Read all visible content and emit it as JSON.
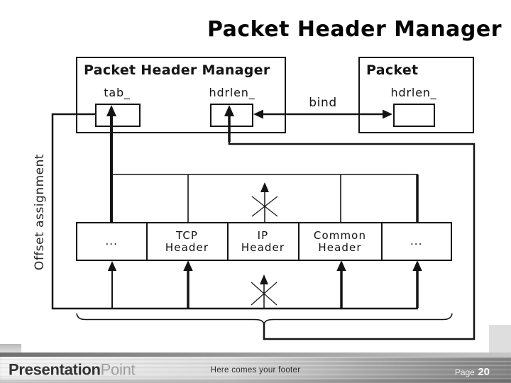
{
  "title": "Packet Header Manager",
  "colors": {
    "diagram_line": "#141414",
    "footer_gradient_start": "#f3f3f3",
    "footer_gradient_end": "#838383",
    "page_text": "#ffffff"
  },
  "diagram": {
    "offset_label": "Offset assignment",
    "manager": {
      "title": "Packet Header Manager",
      "tab_field_label": "tab_",
      "hdrlen_field_label": "hdrlen_"
    },
    "packet": {
      "title": "Packet",
      "hdrlen_field_label": "hdrlen_"
    },
    "bind_label": "bind",
    "cells": [
      {
        "line1": "...",
        "line2": ""
      },
      {
        "line1": "TCP",
        "line2": "Header"
      },
      {
        "line1": "IP",
        "line2": "Header"
      },
      {
        "line1": "Common",
        "line2": "Header"
      },
      {
        "line1": "...",
        "line2": ""
      }
    ]
  },
  "footer": {
    "logo_primary": "Presentation",
    "logo_secondary": "Point",
    "text": "Here comes your footer",
    "page_label": "Page",
    "page_number": "20"
  }
}
